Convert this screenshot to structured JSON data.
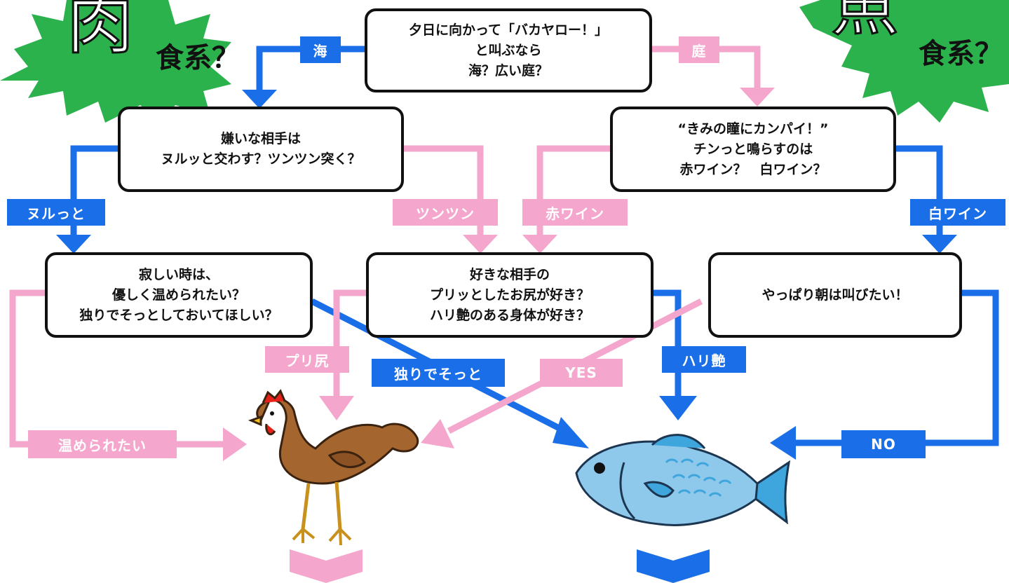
{
  "colors": {
    "blue": "#1a6fe8",
    "pink": "#f4a6cc",
    "burst_green": "#2bb24c",
    "box_border": "#111111"
  },
  "bursts": {
    "left": {
      "kanji": "肉",
      "suffix": "食系？"
    },
    "right": {
      "kanji": "魚",
      "suffix": "食系？"
    }
  },
  "boxes": {
    "q1": [
      "夕日に向かって「バカヤロー！」",
      "と叫ぶなら",
      "海？広い庭？"
    ],
    "q2": [
      "嫌いな相手は",
      "ヌルッと交わす？ツンツン突く？"
    ],
    "q3": [
      "“きみの瞳にカンパイ！”",
      "チンっと鳴らすのは",
      "赤ワイン？　白ワイン？"
    ],
    "q4": [
      "寂しい時は、",
      "優しく温められたい？",
      "独りでそっとしておいてほしい？"
    ],
    "q5": [
      "好きな相手の",
      "プリッとしたお尻が好き？",
      "ハリ艶のある身体が好き？"
    ],
    "q6": [
      "やっぱり朝は叫びたい！"
    ]
  },
  "labels": {
    "umi": "海",
    "niwa": "庭",
    "nurutto": "ヌルっと",
    "tsuntsun": "ツンツン",
    "aka_wine": "赤ワイン",
    "shiro_wine": "白ワイン",
    "puri_shiri": "プリ尻",
    "hitori": "独りでそっと",
    "yes": "YES",
    "hari_tsuya": "ハリ艶",
    "atatame": "温められたい",
    "no": "NO"
  },
  "icons": [
    "chicken-illustration",
    "fish-illustration",
    "chevron-down-icon"
  ]
}
